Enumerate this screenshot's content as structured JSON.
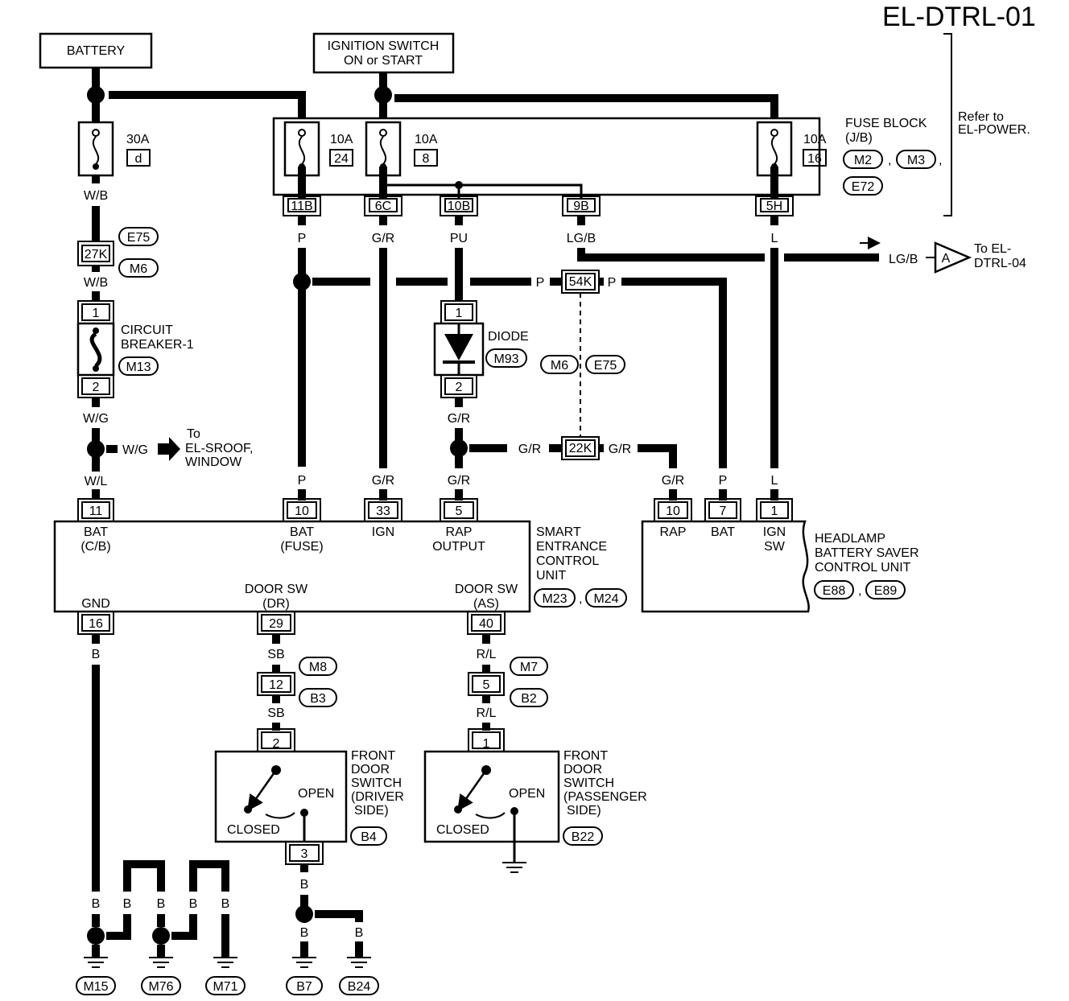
{
  "title": "EL-DTRL-01",
  "refer_note": [
    "Refer to",
    "EL-POWER."
  ],
  "battery": "BATTERY",
  "ignition": [
    "IGNITION SWITCH",
    "ON or START"
  ],
  "fuse_block": {
    "label": [
      "FUSE BLOCK",
      "(J/B)"
    ],
    "connectors": [
      "M2",
      "M3",
      "E72"
    ],
    "fuses": [
      {
        "amps": "10A",
        "num": "24"
      },
      {
        "amps": "10A",
        "num": "8"
      },
      {
        "amps": "10A",
        "num": "16"
      }
    ],
    "terminals": [
      "11B",
      "6C",
      "10B",
      "9B",
      "5H"
    ]
  },
  "fusible_link": {
    "amps": "30A",
    "id": "d"
  },
  "wire_colors": {
    "wb": "W/B",
    "wg": "W/G",
    "wl": "W/L",
    "p": "P",
    "gr": "G/R",
    "pu": "PU",
    "lgb": "LG/B",
    "l": "L",
    "b": "B",
    "sb": "SB",
    "rl": "R/L"
  },
  "joint_27k": {
    "id": "27K",
    "connectors": [
      "E75",
      "M6"
    ]
  },
  "circuit_breaker": {
    "label": [
      "CIRCUIT",
      "BREAKER-1"
    ],
    "connector": "M13",
    "pins": [
      "1",
      "2"
    ]
  },
  "sroof": [
    "To",
    "EL-SROOF,",
    "WINDOW"
  ],
  "to_dtrl04": {
    "symbol": "A",
    "text": [
      "To EL-",
      "DTRL-04"
    ]
  },
  "joint_54k": "54K",
  "joint_22k": "22K",
  "diode": {
    "label": "DIODE",
    "connector": "M93",
    "pins": [
      "1",
      "2"
    ]
  },
  "harness_m6_e75": [
    "M6",
    "E75"
  ],
  "secu": {
    "label": [
      "SMART",
      "ENTRANCE",
      "CONTROL",
      "UNIT"
    ],
    "connectors": [
      "M23",
      "M24"
    ],
    "top_pins": [
      {
        "num": "11",
        "name": [
          "BAT",
          "(C/B)"
        ]
      },
      {
        "num": "10",
        "name": [
          "BAT",
          "(FUSE)"
        ]
      },
      {
        "num": "33",
        "name": [
          "IGN"
        ]
      },
      {
        "num": "5",
        "name": [
          "RAP",
          "OUTPUT"
        ]
      }
    ],
    "bottom_pins": [
      {
        "num": "16",
        "name": [
          "GND"
        ]
      },
      {
        "num": "29",
        "name": [
          "DOOR SW",
          "(DR)"
        ]
      },
      {
        "num": "40",
        "name": [
          "DOOR SW",
          "(AS)"
        ]
      }
    ]
  },
  "headlamp": {
    "label": [
      "HEADLAMP",
      "BATTERY SAVER",
      "CONTROL UNIT"
    ],
    "connectors": [
      "E88",
      "E89"
    ],
    "pins": [
      {
        "num": "10",
        "name": [
          "RAP"
        ]
      },
      {
        "num": "7",
        "name": [
          "BAT"
        ]
      },
      {
        "num": "1",
        "name": [
          "IGN",
          "SW"
        ]
      }
    ]
  },
  "inline_dr": {
    "pin": "12",
    "connectors": [
      "M8",
      "B3"
    ]
  },
  "inline_as": {
    "pin": "5",
    "connectors": [
      "M7",
      "B2"
    ]
  },
  "door_dr": {
    "label": [
      "FRONT",
      "DOOR",
      "SWITCH",
      "(DRIVER",
      "SIDE)"
    ],
    "connector": "B4",
    "pins": [
      "2",
      "3"
    ],
    "open": "OPEN",
    "closed": "CLOSED"
  },
  "door_as": {
    "label": [
      "FRONT",
      "DOOR",
      "SWITCH",
      "(PASSENGER",
      "SIDE)"
    ],
    "connector": "B22",
    "pins": [
      "1"
    ],
    "open": "OPEN",
    "closed": "CLOSED"
  },
  "grounds": [
    "M15",
    "M76",
    "M71",
    "B7",
    "B24"
  ]
}
